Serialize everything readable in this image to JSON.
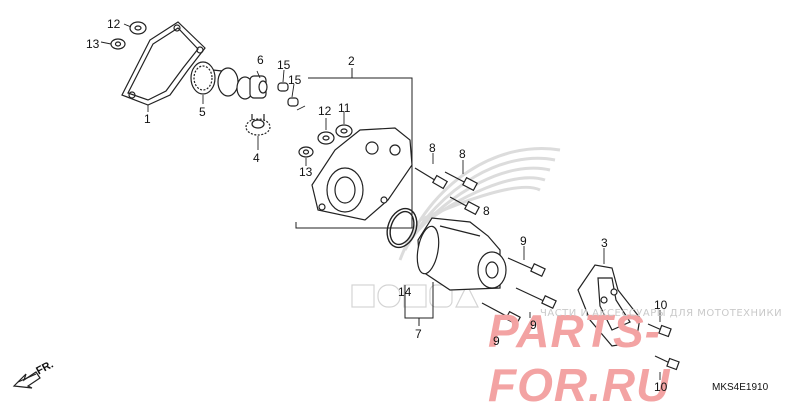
{
  "diagram": {
    "part_labels": [
      {
        "id": "l1",
        "text": "1"
      },
      {
        "id": "l2",
        "text": "2"
      },
      {
        "id": "l3",
        "text": "3"
      },
      {
        "id": "l4",
        "text": "4"
      },
      {
        "id": "l5",
        "text": "5"
      },
      {
        "id": "l6",
        "text": "6"
      },
      {
        "id": "l7",
        "text": "7"
      },
      {
        "id": "l8a",
        "text": "8"
      },
      {
        "id": "l8b",
        "text": "8"
      },
      {
        "id": "l8c",
        "text": "8"
      },
      {
        "id": "l9a",
        "text": "9"
      },
      {
        "id": "l9b",
        "text": "9"
      },
      {
        "id": "l9c",
        "text": "9"
      },
      {
        "id": "l10a",
        "text": "10"
      },
      {
        "id": "l10b",
        "text": "10"
      },
      {
        "id": "l11",
        "text": "11"
      },
      {
        "id": "l12a",
        "text": "12"
      },
      {
        "id": "l12b",
        "text": "12"
      },
      {
        "id": "l13a",
        "text": "13"
      },
      {
        "id": "l13b",
        "text": "13"
      },
      {
        "id": "l14",
        "text": "14"
      },
      {
        "id": "l15a",
        "text": "15"
      },
      {
        "id": "l15b",
        "text": "15"
      }
    ],
    "direction_label": "FR.",
    "diagram_code": "MKS4E1910",
    "watermark_brand": "PARTS-FOR.RU",
    "watermark_text": "ЧАСТИ И АКСЕССУАРЫ ДЛЯ МОТОТЕХНИКИ",
    "colors": {
      "line": "#222222",
      "watermark": "#e85a5a",
      "logo": "#dcdcdc"
    }
  }
}
